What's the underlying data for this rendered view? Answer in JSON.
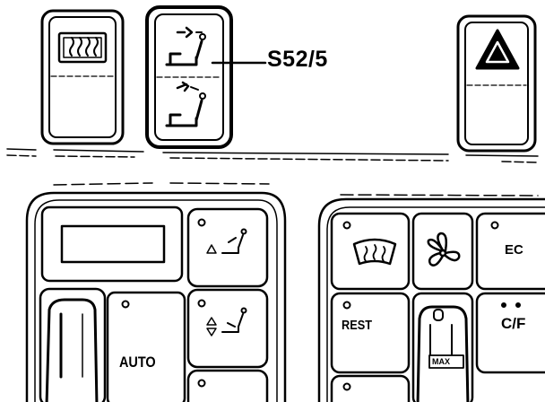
{
  "diagram": {
    "callout_label": "S52/5",
    "buttons": {
      "auto": "AUTO",
      "rest": "REST",
      "ec": "EC",
      "cf": "C/F",
      "max": "MAX"
    }
  }
}
